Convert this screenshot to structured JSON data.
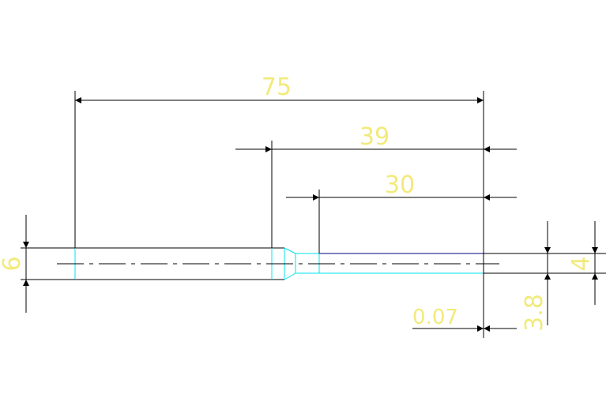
{
  "drawing": {
    "colors": {
      "background": "#ffffff",
      "dimension_line": "#000000",
      "dimension_text": "#f2ea7a",
      "part_outline": "#00e5ee",
      "part_outline_dark": "#000080",
      "centerline": "#000000"
    },
    "dimensions": {
      "overall_length": "75",
      "stepped_length": "39",
      "tip_length": "30",
      "shank_diameter": "6",
      "tip_diameter": "4",
      "step_diameter": "3.8",
      "tolerance_offset": "0.07"
    }
  }
}
